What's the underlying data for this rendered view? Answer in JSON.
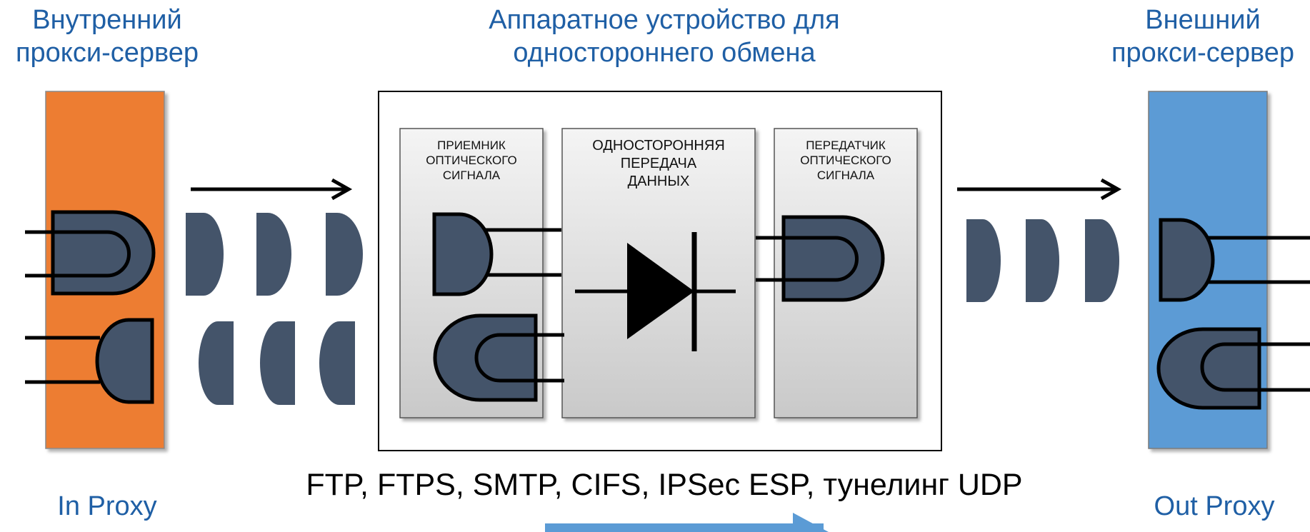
{
  "labels": {
    "inner_proxy": [
      "Внутренний",
      "прокси-сервер"
    ],
    "device": [
      "Аппаратное устройство для",
      "одностороннего обмена"
    ],
    "outer_proxy": [
      "Внешний",
      "прокси-сервер"
    ],
    "receiver": [
      "ПРИЕМНИК",
      "ОПТИЧЕСКОГО",
      "СИГНАЛА"
    ],
    "oneway": [
      "ОДНОСТОРОННЯЯ",
      "ПЕРЕДАЧА",
      "ДАННЫХ"
    ],
    "transmitter": [
      "ПЕРЕДАТЧИК",
      "ОПТИЧЕСКОГО",
      "СИГНАЛА"
    ],
    "protocols": "FTP, FTPS, SMTP, CIFS, IPSec ESP, тунелинг UDP",
    "in_proxy": "In Proxy",
    "out_proxy": "Out Proxy"
  },
  "colors": {
    "in_proxy": "#ed7d31",
    "out_proxy": "#5b9bd5",
    "gate": "#44546a",
    "label_blue": "#1f5fa5",
    "flow_arrow": "#5b9bd5"
  },
  "icons": [
    "and-gate-icon",
    "or-gate-icon",
    "diode-icon",
    "arrow-right-icon"
  ]
}
